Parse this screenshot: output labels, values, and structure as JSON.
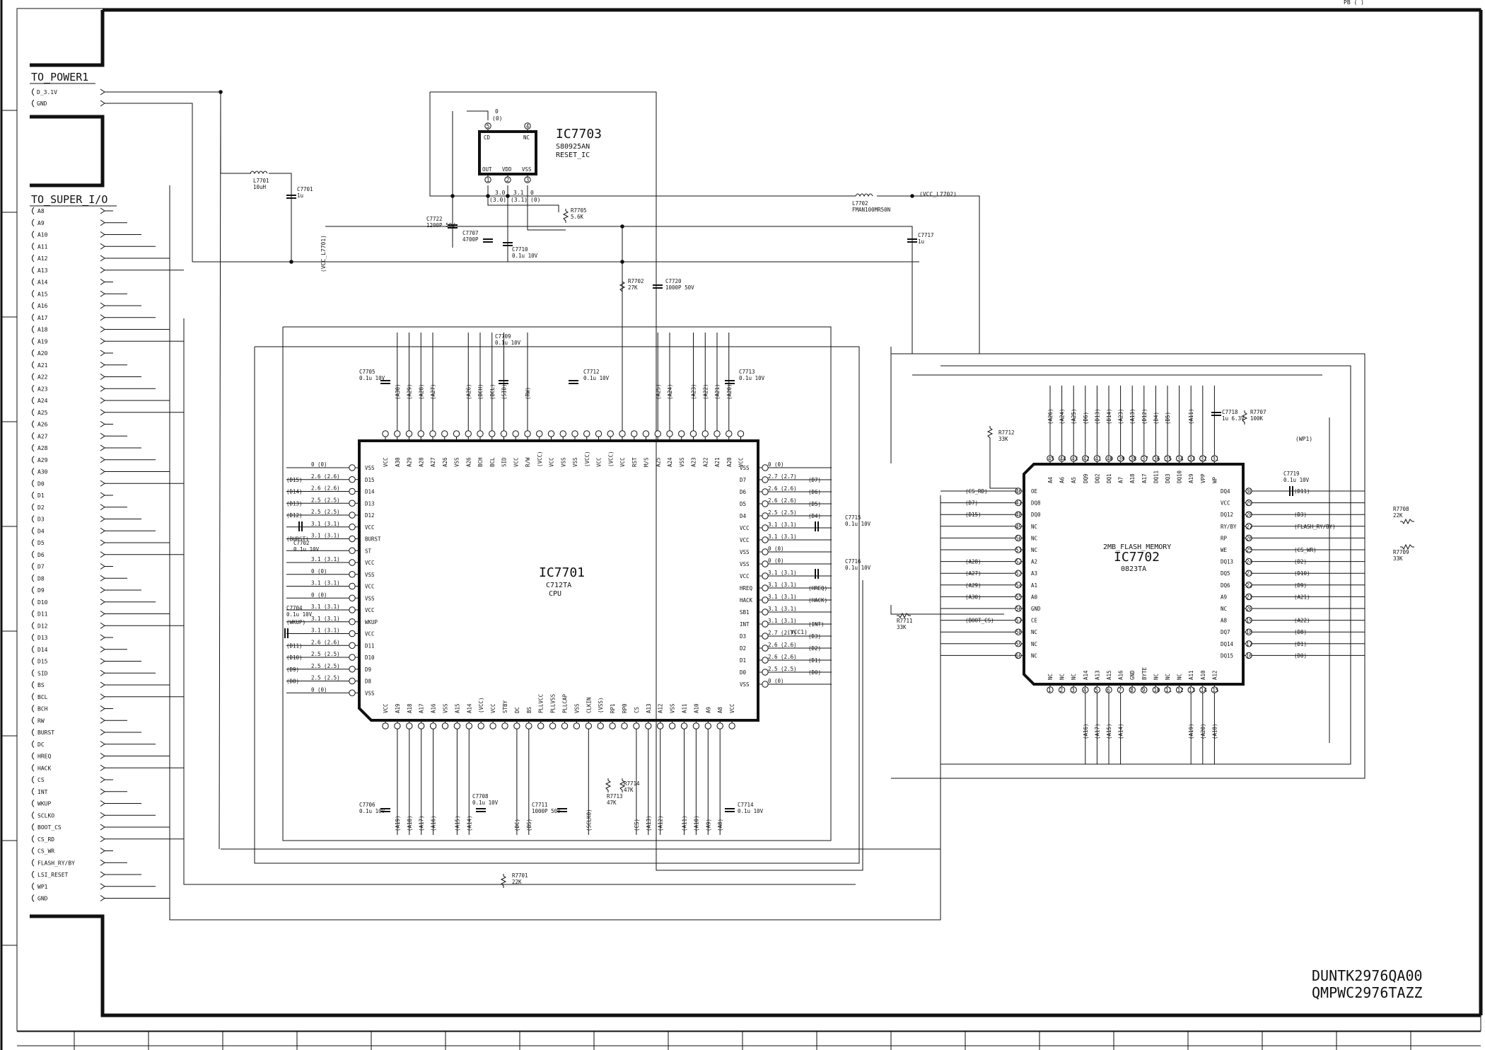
{
  "page_marker": "PB ( )",
  "connectors": {
    "power": {
      "title": "TO_POWER1",
      "pins": [
        "D_3.1V",
        "GND"
      ]
    },
    "super_io": {
      "title": "TO_SUPER_I/O",
      "pins": [
        "A8",
        "A9",
        "A10",
        "A11",
        "A12",
        "A13",
        "A14",
        "A15",
        "A16",
        "A17",
        "A18",
        "A19",
        "A20",
        "A21",
        "A22",
        "A23",
        "A24",
        "A25",
        "A26",
        "A27",
        "A28",
        "A29",
        "A30",
        "D0",
        "D1",
        "D2",
        "D3",
        "D4",
        "D5",
        "D6",
        "D7",
        "D8",
        "D9",
        "D10",
        "D11",
        "D12",
        "D13",
        "D14",
        "D15",
        "SID",
        "BS",
        "BCL",
        "BCH",
        "RW",
        "BURST",
        "DC",
        "HREQ",
        "HACK",
        "CS",
        "INT",
        "WKUP",
        "SCLKO",
        "BOOT_CS",
        "CS_RD",
        "CS_WR",
        "FLASH_RY/BY",
        "LSI_RESET",
        "WP1",
        "GND"
      ]
    }
  },
  "ics": {
    "ic7703": {
      "ref": "IC7703",
      "part": "S80925AN",
      "desc": "RESET_IC",
      "pins_top": [
        "CD",
        "NC"
      ],
      "pins_bottom": [
        "OUT",
        "VDD",
        "VSS"
      ],
      "top_nums": [
        "5",
        "4"
      ],
      "bottom_nums": [
        "1",
        "2",
        "3"
      ]
    },
    "ic7701": {
      "ref": "IC7701",
      "part": "C712TA",
      "desc": "CPU",
      "top": [
        "VCC",
        "A30",
        "A29",
        "A28",
        "A27",
        "A26",
        "VSS",
        "A26",
        "BCH",
        "BCL",
        "SID",
        "VCC",
        "R/W",
        "(VCC)",
        "VCC",
        "VSS",
        "VSS",
        "(VCC)",
        "VCC",
        "(VCC)",
        "VCC",
        "RST",
        "M/S",
        "A25",
        "A24",
        "VSS",
        "A23",
        "A22",
        "A21",
        "A20",
        "VCC"
      ],
      "left": [
        "VSS",
        "D15",
        "D14",
        "D13",
        "D12",
        "VCC",
        "BURST",
        "ST",
        "VCC",
        "VSS",
        "VCC",
        "VSS",
        "VCC",
        "WKUP",
        "VCC",
        "D11",
        "D10",
        "D9",
        "D8",
        "VSS"
      ],
      "right": [
        "VSS",
        "D7",
        "D6",
        "D5",
        "D4",
        "VCC",
        "VCC",
        "VSS",
        "VSS",
        "VCC",
        "HREQ",
        "HACK",
        "SB1",
        "INT",
        "D3",
        "D2",
        "D1",
        "D0",
        "VSS"
      ],
      "bottom": [
        "VCC",
        "A19",
        "A18",
        "A17",
        "A16",
        "VSS",
        "A15",
        "A14",
        "(VCC)",
        "VCC",
        "STBY",
        "DC",
        "BS",
        "PLLVCC",
        "PLLVSS",
        "PLLCAP",
        "VSS",
        "CLKIN",
        "(VSS)",
        "RP1",
        "RP0",
        "CS",
        "A13",
        "A12",
        "VSS",
        "A11",
        "A10",
        "A9",
        "A8",
        "VCC"
      ],
      "left_voltages": [
        "0 (0)",
        "2.6 (2.6)",
        "2.6 (2.6)",
        "2.5 (2.5)",
        "2.5 (2.5)",
        "3.1 (3.1)",
        "3.1 (3.1)",
        "",
        "3.1 (3.1)",
        "0 (0)",
        "3.1 (3.1)",
        "0 (0)",
        "3.1 (3.1)",
        "3.1 (3.1)",
        "3.1 (3.1)",
        "2.6 (2.6)",
        "2.5 (2.5)",
        "2.5 (2.5)",
        "2.5 (2.5)",
        "0 (0)"
      ],
      "right_voltages": [
        "0 (0)",
        "2.7 (2.7)",
        "2.6 (2.6)",
        "2.6 (2.6)",
        "2.5 (2.5)",
        "3.1 (3.1)",
        "3.1 (3.1)",
        "0 (0)",
        "0 (0)",
        "3.1 (3.1)",
        "3.1 (3.1)",
        "3.1 (3.1)",
        "3.1 (3.1)",
        "3.1 (3.1)",
        "2.7 (2.7)",
        "2.6 (2.6)",
        "2.6 (2.6)",
        "2.5 (2.5)",
        "0 (0)"
      ],
      "left_nets": [
        "",
        "(D15)",
        "(D14)",
        "(D13)",
        "(D12)",
        "",
        "(BURST)",
        "",
        "",
        "",
        "",
        "",
        "",
        "(WKUP)",
        "",
        "(D11)",
        "(D10)",
        "(D9)",
        "(D8)",
        ""
      ],
      "right_nets": [
        "",
        "(D7)",
        "(D6)",
        "(D5)",
        "(D4)",
        "",
        "",
        "",
        "",
        "",
        "(HREQ)",
        "(HACK)",
        "",
        "(INT)",
        "(D3)",
        "(D2)",
        "(D1)",
        "(D0)",
        ""
      ],
      "top_nets": [
        "",
        "(A30)",
        "(A29)",
        "(A28)",
        "(A27)",
        "",
        "",
        "(A26)",
        "(BCH)",
        "(BCL)",
        "(SID)",
        "",
        "(RW)",
        "",
        "",
        "",
        "",
        "",
        "",
        "",
        "",
        "",
        "",
        "(A25)",
        "(A24)",
        "",
        "(A23)",
        "(A22)",
        "(A21)",
        "(A20)",
        ""
      ],
      "bottom_nets": [
        "",
        "(A19)",
        "(A18)",
        "(A17)",
        "(A16)",
        "",
        "(A15)",
        "(A14)",
        "",
        "",
        "",
        "(DC)",
        "(BS)",
        "",
        "",
        "",
        "",
        "(SCLKO)",
        "",
        "",
        "",
        "(CS)",
        "(A13)",
        "(A12)",
        "",
        "(A11)",
        "(A10)",
        "(A9)",
        "(A8)",
        ""
      ]
    },
    "ic7702": {
      "ref": "IC7702",
      "part": "0823TA",
      "desc": "2MB_FLASH_MEMORY",
      "top": [
        "A4",
        "A6",
        "A5",
        "DQ9",
        "DQ2",
        "DQ1",
        "A7",
        "A18",
        "A17",
        "DQ11",
        "DQ3",
        "DQ10",
        "A19",
        "VPP",
        "WP"
      ],
      "top_nums": [
        "45",
        "44",
        "43",
        "42",
        "41",
        "40",
        "39",
        "38",
        "37",
        "36",
        "35",
        "34",
        "33",
        "32",
        "31"
      ],
      "left": [
        "OE",
        "DQ8",
        "DQ0",
        "NC",
        "NC",
        "NC",
        "A2",
        "A3",
        "A1",
        "A0",
        "GND",
        "CE",
        "NC",
        "NC",
        "NC"
      ],
      "left_nums": [
        "46",
        "47",
        "48",
        "49",
        "50",
        "51",
        "52",
        "53",
        "54",
        "55",
        "56",
        "57",
        "58",
        "59",
        "60"
      ],
      "right": [
        "DQ4",
        "VCC",
        "DQ12",
        "RY/BY",
        "RP",
        "WE",
        "DQ13",
        "DQ5",
        "DQ6",
        "A9",
        "NC",
        "A8",
        "DQ7",
        "DQ14",
        "DQ15"
      ],
      "right_nums": [
        "30",
        "29",
        "28",
        "27",
        "26",
        "25",
        "24",
        "23",
        "22",
        "21",
        "20",
        "19",
        "18",
        "17",
        "16"
      ],
      "bottom": [
        "NC",
        "NC",
        "NC",
        "A14",
        "A13",
        "A15",
        "A16",
        "GND",
        "BYTE",
        "NC",
        "NC",
        "NC",
        "A11",
        "A10",
        "A12"
      ],
      "bottom_nums": [
        "1",
        "2",
        "3",
        "4",
        "5",
        "6",
        "7",
        "8",
        "9",
        "10",
        "11",
        "12",
        "13",
        "14",
        "15"
      ],
      "top_nets": [
        "(A26)",
        "(A24)",
        "(A25)",
        "(D6)",
        "(D13)",
        "(D14)",
        "(A23)",
        "(A13)",
        "(D12)",
        "(D4)",
        "(D5)",
        "",
        "(A11)",
        "",
        ""
      ],
      "left_nets": [
        "(CS_RD)",
        "(D7)",
        "(D15)",
        "",
        "",
        "",
        "(A28)",
        "(A27)",
        "(A29)",
        "(A30)",
        "",
        "(BOOT_CS)",
        "",
        "",
        ""
      ],
      "right_nets": [
        "(D11)",
        "",
        "(D3)",
        "(FLASH_RY/BY)",
        "",
        "(CS_WR)",
        "(D2)",
        "(D10)",
        "(D9)",
        "(A21)",
        "",
        "(A22)",
        "(D8)",
        "(D1)",
        "(D0)"
      ],
      "bottom_nets": [
        "",
        "",
        "",
        "(A16)",
        "(A17)",
        "(A15)",
        "(A14)",
        "",
        "",
        "",
        "",
        "",
        "(A19)",
        "(A20)",
        "(A18)"
      ]
    }
  },
  "components": [
    {
      "ref": "L7701",
      "value": "10uH"
    },
    {
      "ref": "C7701",
      "value": "1u"
    },
    {
      "ref": "C7722",
      "value": "1200P 50V"
    },
    {
      "ref": "C7707",
      "value": "4700P"
    },
    {
      "ref": "C7710",
      "value": "0.1u 10V"
    },
    {
      "ref": "R7705",
      "value": "5.6K"
    },
    {
      "ref": "L7702",
      "value": "FMAN100MR50N"
    },
    {
      "ref": "C7717",
      "value": "1u"
    },
    {
      "ref": "R7702",
      "value": "27K"
    },
    {
      "ref": "C7720",
      "value": "1000P 50V"
    },
    {
      "ref": "C7709",
      "value": "0.1u 10V"
    },
    {
      "ref": "C7705",
      "value": "0.1u 10V"
    },
    {
      "ref": "C7712",
      "value": "0.1u 10V"
    },
    {
      "ref": "C7713",
      "value": "0.1u 10V"
    },
    {
      "ref": "C7702",
      "value": "0.1u 10V"
    },
    {
      "ref": "C7704",
      "value": "0.1u 10V"
    },
    {
      "ref": "C7715",
      "value": "0.1u 10V"
    },
    {
      "ref": "C7716",
      "value": "0.1u 10V"
    },
    {
      "ref": "C7706",
      "value": "0.1u 10V"
    },
    {
      "ref": "C7708",
      "value": "0.1u 10V"
    },
    {
      "ref": "C7711",
      "value": "1000P 50V"
    },
    {
      "ref": "R7713",
      "value": "47K"
    },
    {
      "ref": "R7714",
      "value": "47K"
    },
    {
      "ref": "C7714",
      "value": "0.1u 10V"
    },
    {
      "ref": "R7701",
      "value": "22K"
    },
    {
      "ref": "R7712",
      "value": "33K"
    },
    {
      "ref": "R7711",
      "value": "33K"
    },
    {
      "ref": "C7718",
      "value": "1u 6.3V"
    },
    {
      "ref": "R7707",
      "value": "100K"
    },
    {
      "ref": "C7719",
      "value": "0.1u 10V"
    },
    {
      "ref": "R7708",
      "value": "22K"
    },
    {
      "ref": "R7709",
      "value": "33K"
    }
  ],
  "net_labels": {
    "vcc_l7702": "(VCC_L7702)",
    "vcc_l7701": "(VCC_L7701)",
    "wp1": "(WP1)",
    "vcc1": "(VCC1)"
  },
  "ic7703_voltages": {
    "v_top": "0",
    "v_top2": "(0)",
    "v_out": "3.0",
    "v_out2": "(3.0)",
    "v_vdd": "3.1",
    "v_vdd2": "(3.1)",
    "v_vss": "0",
    "v_vss2": "(0)"
  },
  "doc_codes": [
    "DUNTK2976QA00",
    "QMPWC2976TAZZ"
  ]
}
